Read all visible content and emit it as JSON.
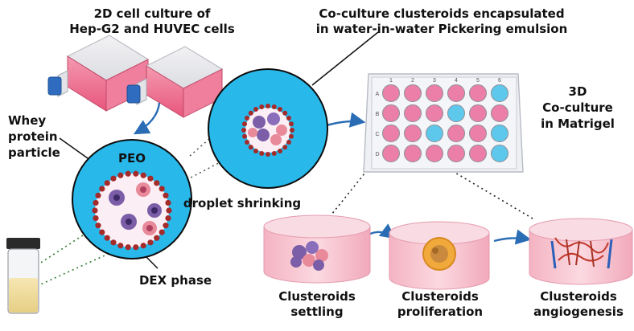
{
  "labels": {
    "culture_2d": [
      "2D cell culture of",
      "Hep-G2 and HUVEC cells"
    ],
    "coculture_title": [
      "Co-culture clusteroids encapsulated",
      "in water-in-water  Pickering emulsion"
    ],
    "whey": [
      "Whey",
      "protein",
      "particle"
    ],
    "peo": "PEO",
    "dex": "DEX phase",
    "shrinking": "droplet shrinking",
    "matrigel": [
      "3D",
      "Co-culture",
      "in Matrigel"
    ],
    "settling": [
      "Clusteroids",
      "settling"
    ],
    "proliferation": [
      "Clusteroids",
      "proliferation"
    ],
    "angiogenesis": [
      "Clusteroids",
      "angiogenesis"
    ]
  },
  "plate": {
    "columns": [
      "1",
      "2",
      "3",
      "4",
      "5",
      "6"
    ],
    "rows": [
      "A",
      "B",
      "C",
      "D"
    ],
    "wells": [
      [
        "pink",
        "pink",
        "pink",
        "pink",
        "pink",
        "blue"
      ],
      [
        "pink",
        "pink",
        "pink",
        "blue",
        "pink",
        "pink"
      ],
      [
        "pink",
        "pink",
        "blue",
        "pink",
        "pink",
        "blue"
      ],
      [
        "pink",
        "pink",
        "pink",
        "pink",
        "pink",
        "blue"
      ]
    ]
  },
  "colors": {
    "pink_well": "#ec7fa8",
    "blue_well": "#5ec8ec",
    "droplet_fill": "#29b8ea",
    "dex_phase": "#fbeef4",
    "particle": "#a52a2a",
    "arrow": "#2a6db5",
    "gel": "#f6c6d0"
  }
}
